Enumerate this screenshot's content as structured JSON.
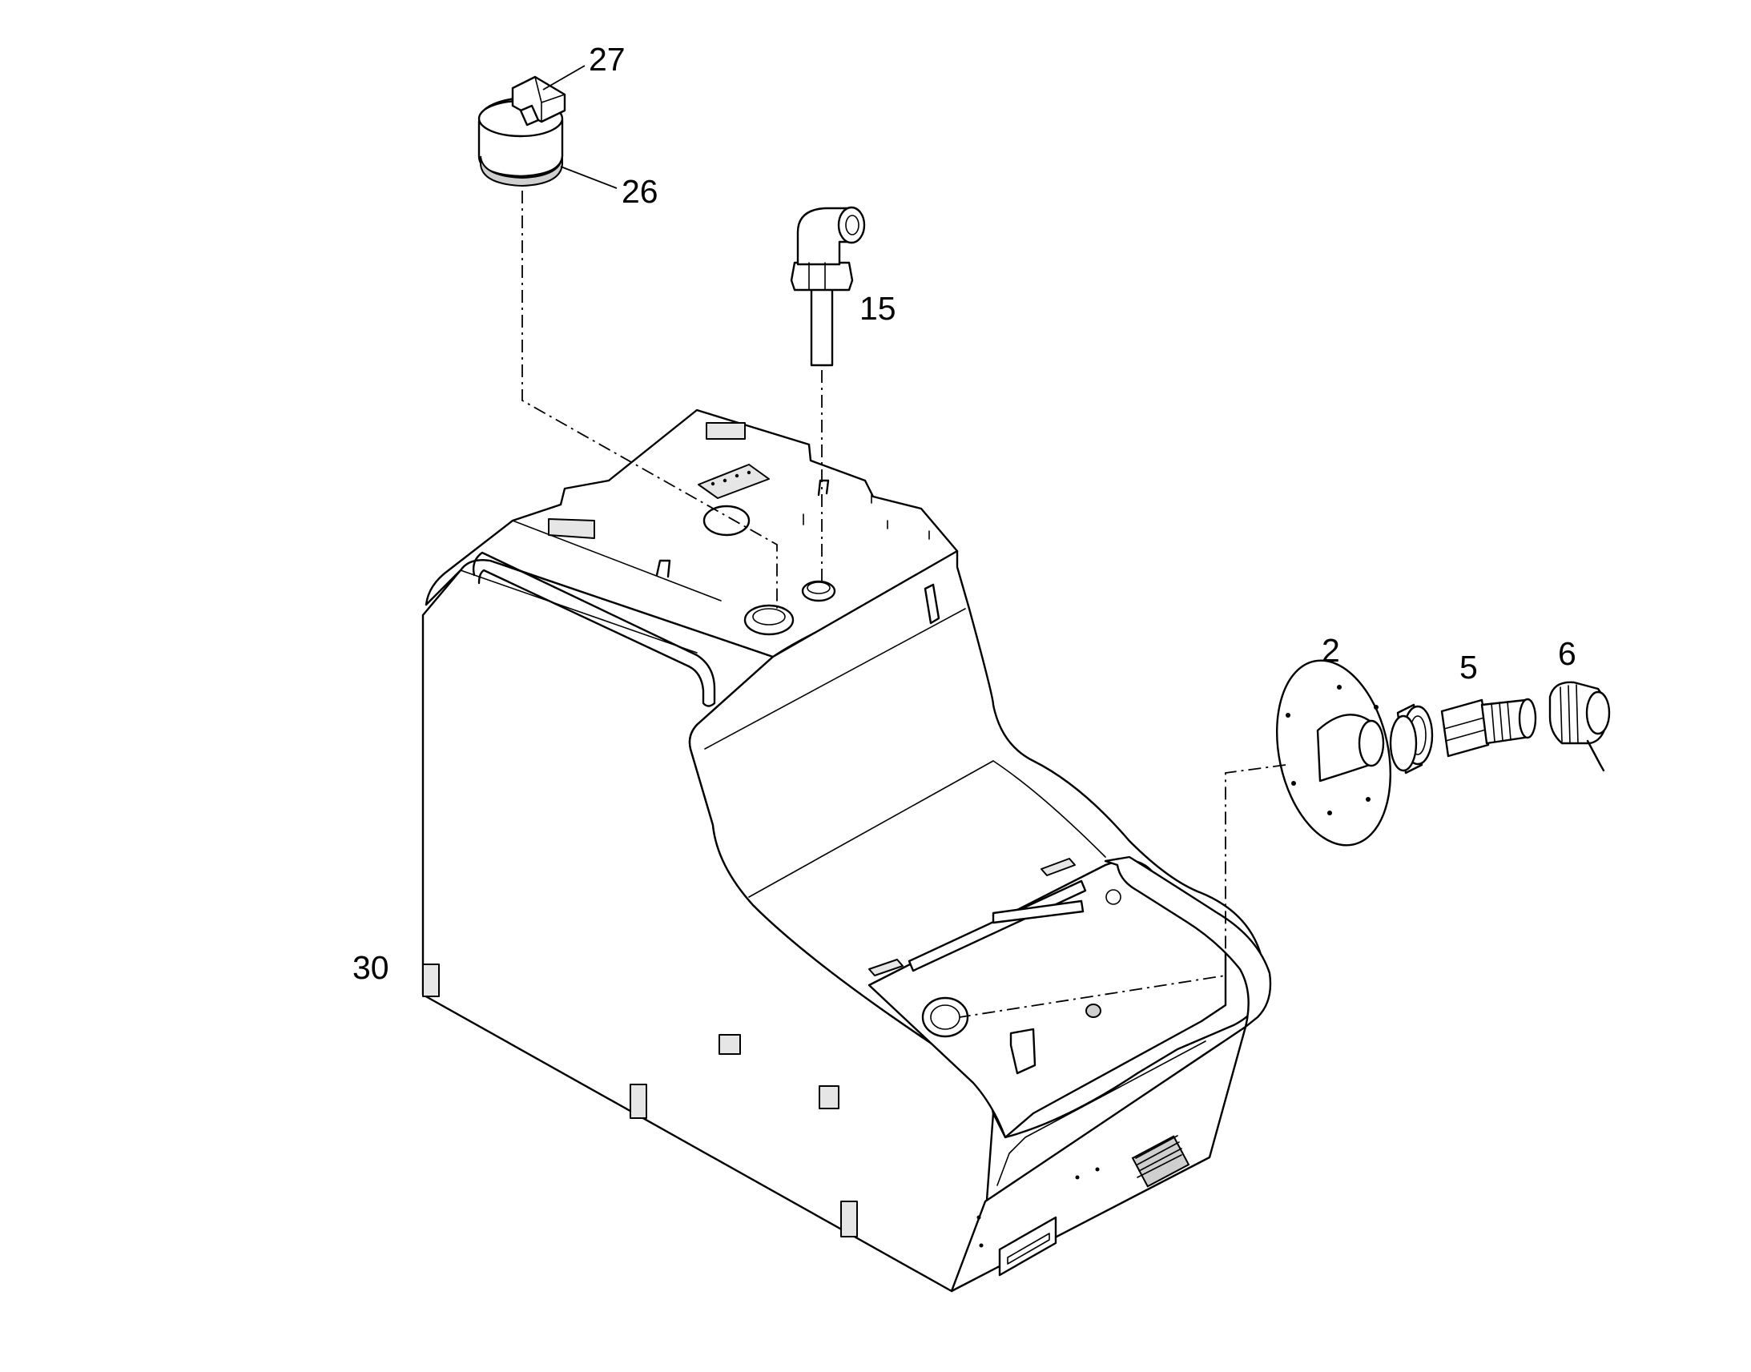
{
  "diagram": {
    "type": "exploded-parts-diagram",
    "callouts": {
      "c27": "27",
      "c26": "26",
      "c15": "15",
      "c2": "2",
      "c5": "5",
      "c6": "6",
      "c30": "30"
    }
  }
}
